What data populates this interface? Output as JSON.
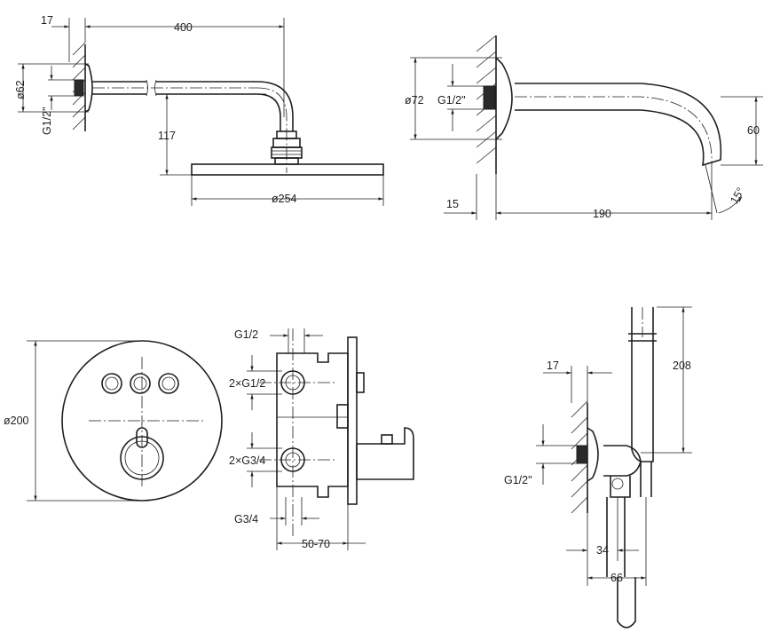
{
  "colors": {
    "line": "#1f1f1f",
    "background": "#ffffff"
  },
  "shower_arm": {
    "dim_wall_offset": "17",
    "dim_arm_length": "400",
    "dim_flange_diameter": "ø62",
    "dim_thread": "G1/2\"",
    "dim_drop": "117",
    "dim_head_diameter": "ø254"
  },
  "spout": {
    "dim_flange_diameter": "ø72",
    "dim_thread": "G1/2\"",
    "dim_height": "60",
    "dim_wall_offset": "15",
    "dim_length": "190",
    "dim_angle": "15°"
  },
  "trim_plate": {
    "dim_diameter": "ø200"
  },
  "valve_body": {
    "dim_top_port": "G1/2",
    "dim_outlets_half": "2×G1/2",
    "dim_outlets_three_quarter": "2×G3/4",
    "dim_bottom_port": "G3/4",
    "dim_depth": "50-70"
  },
  "hand_shower": {
    "dim_height": "208",
    "dim_wall_offset": "17",
    "dim_thread": "G1/2\"",
    "dim_offset_34": "34",
    "dim_offset_66": "66"
  }
}
